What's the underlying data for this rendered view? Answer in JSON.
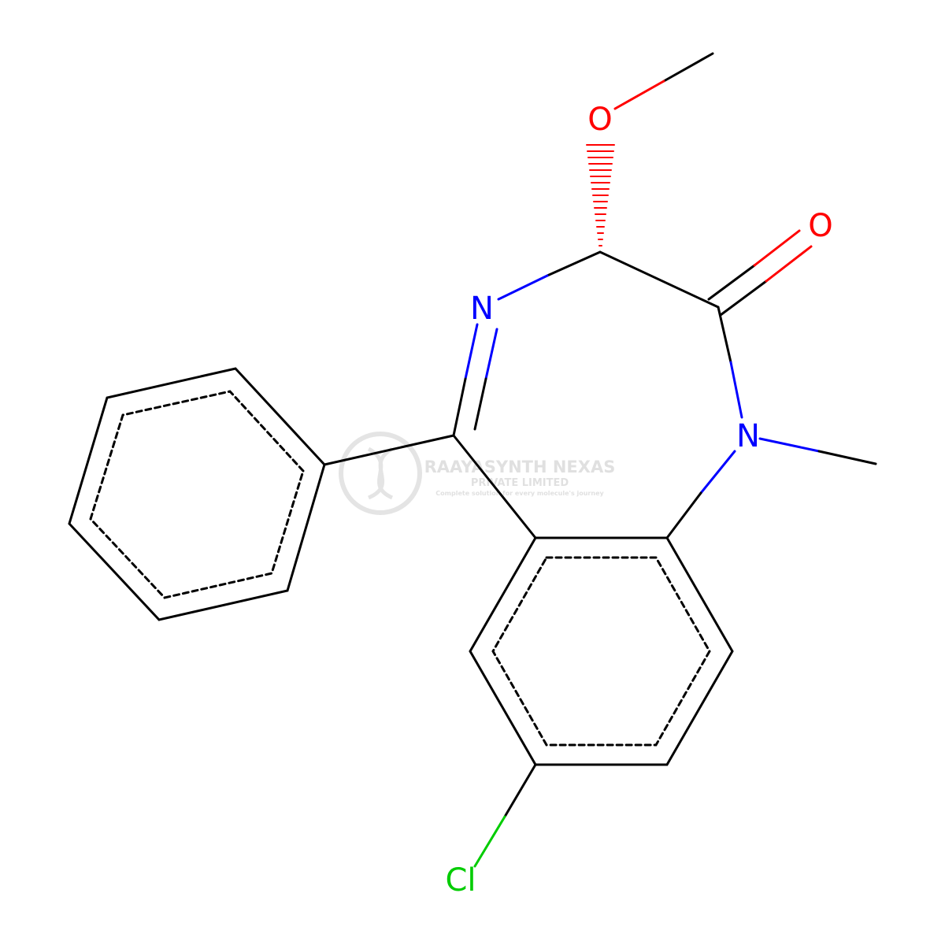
{
  "molecule": {
    "atoms": {
      "o_methoxy": "O",
      "o_carbonyl": "O",
      "n_imine": "N",
      "n_amide": "N",
      "cl": "Cl"
    }
  },
  "watermark": {
    "company": "RAAYASYNTH NEXAS",
    "subtitle": "PRIVATE LIMITED",
    "tagline": "Complete solution for every molecule's journey"
  },
  "colors": {
    "bond": "#000000",
    "nitrogen": "#0000ff",
    "oxygen": "#ff0000",
    "chlorine": "#00cc00",
    "watermark": "#c8c8c8"
  }
}
